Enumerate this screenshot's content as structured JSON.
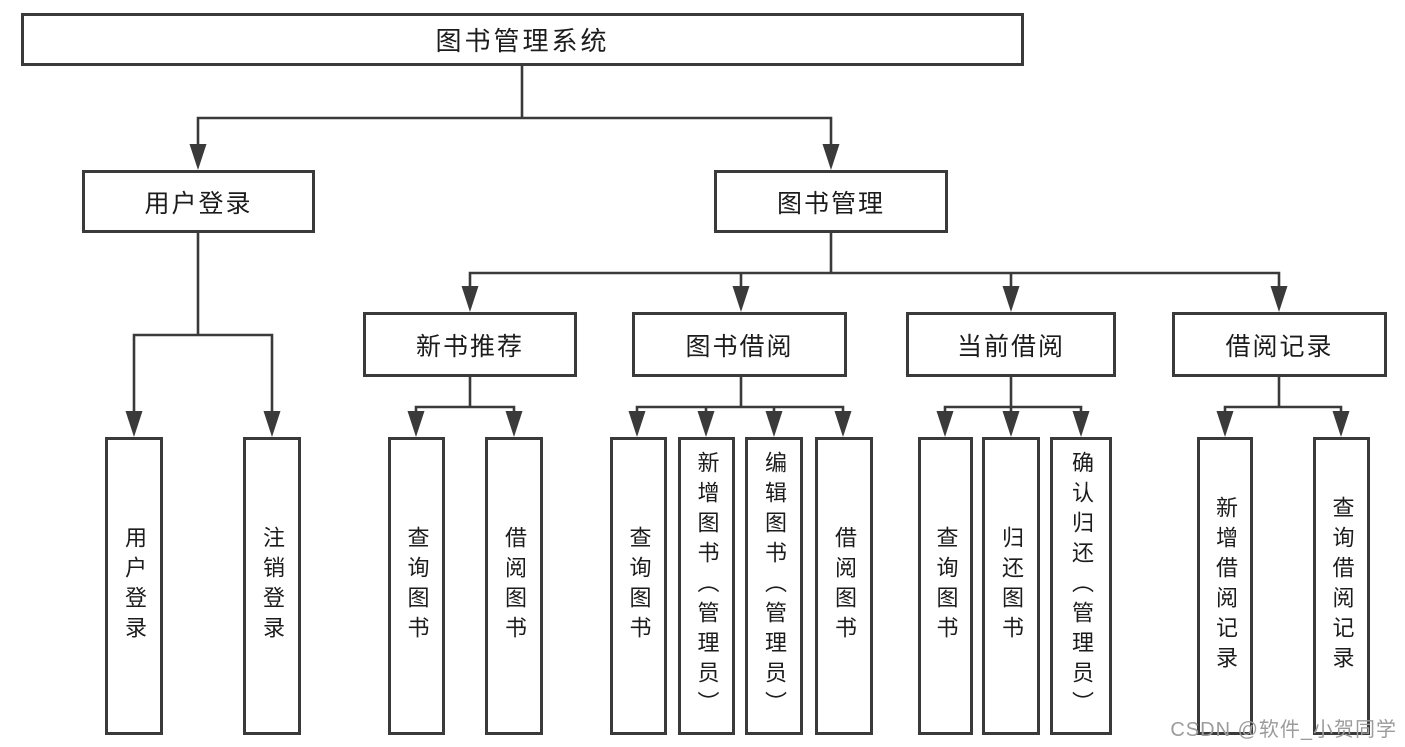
{
  "colors": {
    "background": "#ffffff",
    "box_border": "#3a3a3a",
    "connector_line": "#3a3a3a",
    "text": "#1c1c1c",
    "watermark": "#9c9c9c"
  },
  "nodes": {
    "root": {
      "label": "图书管理系统"
    },
    "user_login": {
      "label": "用户登录"
    },
    "book_mgmt": {
      "label": "图书管理"
    },
    "new_book_rec": {
      "label": "新书推荐"
    },
    "book_borrow": {
      "label": "图书借阅"
    },
    "current_borrow": {
      "label": "当前借阅"
    },
    "borrow_record": {
      "label": "借阅记录"
    },
    "leaf_user_login": {
      "label": "用户登录"
    },
    "leaf_logout": {
      "label": "注销登录"
    },
    "leaf_query_book_a": {
      "label": "查询图书"
    },
    "leaf_borrow_book_a": {
      "label": "借阅图书"
    },
    "leaf_query_book_b": {
      "label": "查询图书"
    },
    "leaf_add_book": {
      "label": "新增图书（管理员）"
    },
    "leaf_edit_book": {
      "label": "编辑图书（管理员）"
    },
    "leaf_borrow_book_b": {
      "label": "借阅图书"
    },
    "leaf_query_book_c": {
      "label": "查询图书"
    },
    "leaf_return_book": {
      "label": "归还图书"
    },
    "leaf_confirm_return": {
      "label": "确认归还（管理员）"
    },
    "leaf_add_record": {
      "label": "新增借阅记录"
    },
    "leaf_query_record": {
      "label": "查询借阅记录"
    }
  },
  "watermark": {
    "text": "CSDN @软件_小贺同学"
  }
}
